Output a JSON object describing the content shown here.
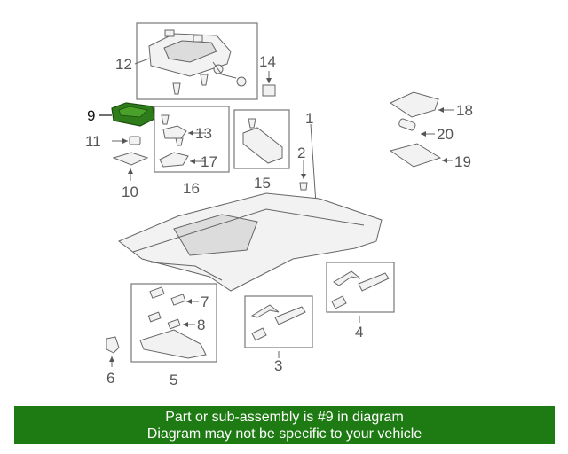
{
  "diagram": {
    "callouts": [
      "1",
      "2",
      "3",
      "4",
      "5",
      "6",
      "7",
      "8",
      "9",
      "10",
      "11",
      "12",
      "13",
      "14",
      "15",
      "16",
      "17",
      "18",
      "19",
      "20"
    ],
    "highlighted_part": "9",
    "colors": {
      "highlight": "#2f7d1a",
      "banner_bg": "#1e7a12",
      "banner_text": "#ffffff",
      "line": "#666666"
    }
  },
  "banner": {
    "line1": "Part or sub-assembly is #9 in diagram",
    "line2": "Diagram may not be specific to your vehicle"
  }
}
